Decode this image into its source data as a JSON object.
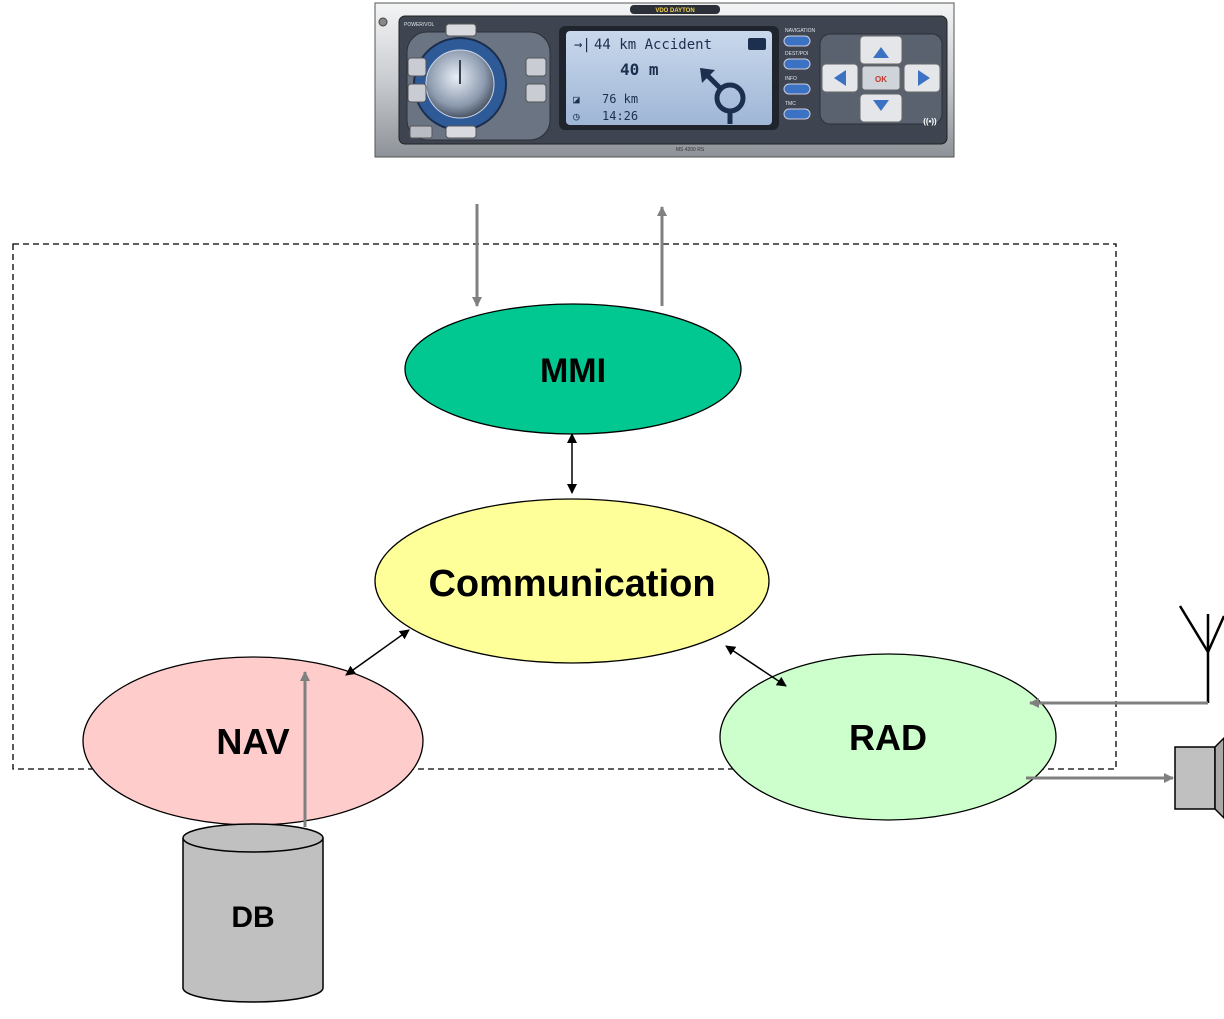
{
  "device": {
    "brand_text": "VDO DAYTON",
    "model_text": "MS 4200 RS",
    "volume_label": "POWER/VOL",
    "display": {
      "row1": "44 km Accident",
      "row2": "40 m",
      "row3": "76 km",
      "row4": "14:26"
    },
    "side_buttons": [
      "NAVIGATION",
      "DEST/POI",
      "INFO",
      "TMC"
    ],
    "nav_center": "OK",
    "radio_symbol": "((•))"
  },
  "nodes": {
    "mmi": {
      "label": "MMI",
      "color": "#00c890"
    },
    "communication": {
      "label": "Communication",
      "color": "#ffff99"
    },
    "nav": {
      "label": "NAV",
      "color": "#ffcccc"
    },
    "rad": {
      "label": "RAD",
      "color": "#ccffcc"
    },
    "db": {
      "label": "DB",
      "color": "#c0c0c0"
    }
  },
  "icons": {
    "antenna": "antenna-icon",
    "speaker": "speaker-icon",
    "database": "database-icon"
  },
  "colors": {
    "outer_arrows": "#808080",
    "inner_arrows": "#000000",
    "boundary": "#000000"
  }
}
